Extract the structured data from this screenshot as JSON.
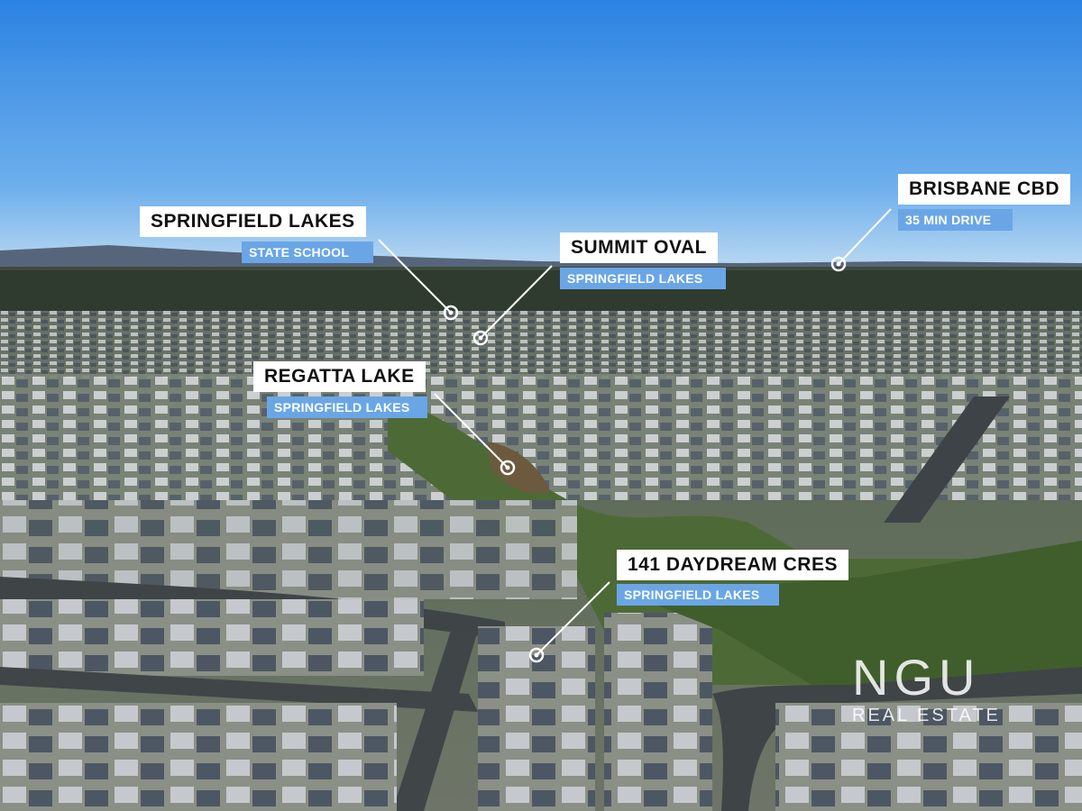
{
  "colors": {
    "sky_top": "#2f86e3",
    "sky_bottom": "#b9d8f3",
    "label_bg": "#ffffff",
    "tag_bg": "#6aa6e6",
    "tag_text": "#ffffff"
  },
  "callouts": [
    {
      "id": "school",
      "title": "SPRINGFIELD LAKES",
      "subtitle": "STATE SCHOOL"
    },
    {
      "id": "summit",
      "title": "SUMMIT OVAL",
      "subtitle": "SPRINGFIELD LAKES"
    },
    {
      "id": "brisbane",
      "title": "BRISBANE CBD",
      "subtitle": "35 MIN DRIVE"
    },
    {
      "id": "regatta",
      "title": "REGATTA LAKE",
      "subtitle": "SPRINGFIELD LAKES"
    },
    {
      "id": "property",
      "title": "141 DAYDREAM CRES",
      "subtitle": "SPRINGFIELD LAKES"
    }
  ],
  "watermark": {
    "mark": "NGU",
    "text": "REAL ESTATE"
  }
}
